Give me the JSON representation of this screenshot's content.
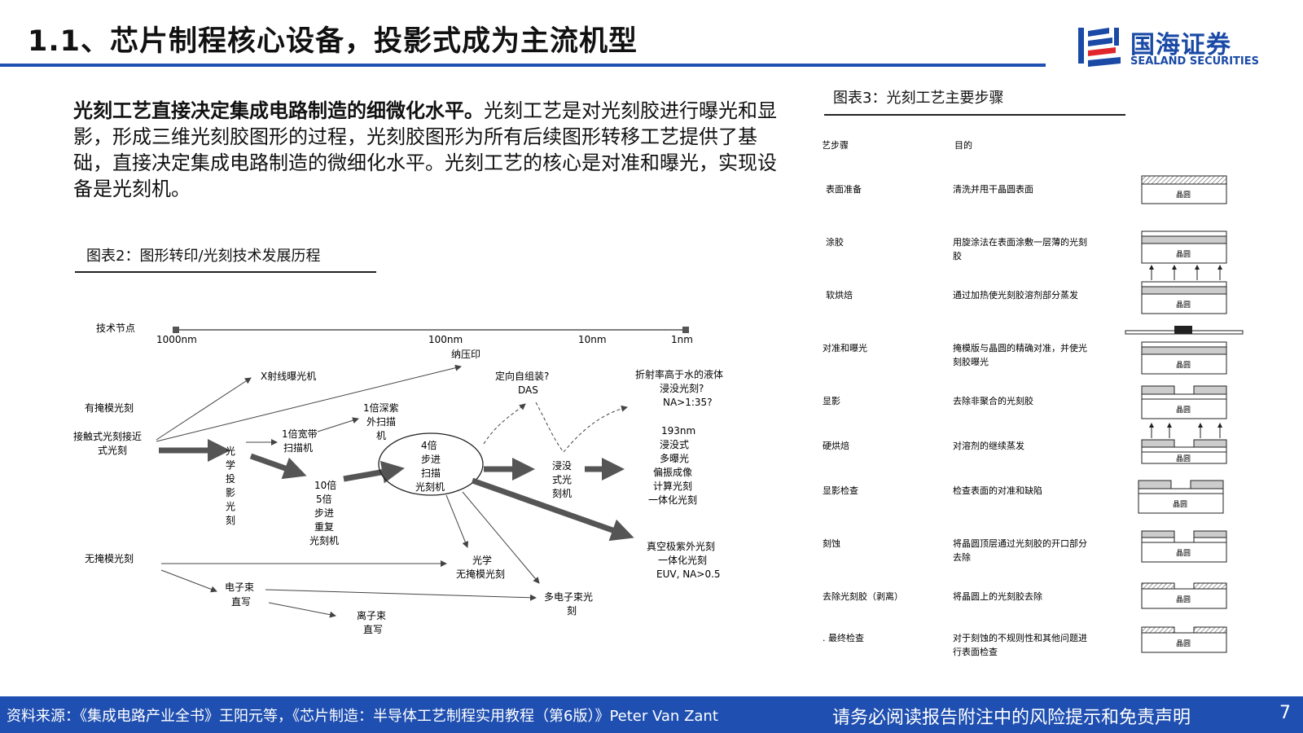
{
  "header": {
    "title": "1.1、芯片制程核心设备，投影式成为主流机型",
    "logo_cn": "国海证券",
    "logo_en": "SEALAND SECURITIES"
  },
  "body": {
    "lead": "光刻工艺直接决定集成电路制造的细微化水平。",
    "text": "光刻工艺是对光刻胶进行曝光和显影，形成三维光刻胶图形的过程，光刻胶图形为所有后续图形转移工艺提供了基础，直接决定集成电路制造的微细化水平。光刻工艺的核心是对准和曝光，实现设备是光刻机。"
  },
  "figure2": {
    "caption": "图表2：图形转印/光刻技术发展历程",
    "axis_label": "技术节点",
    "ticks": [
      "1000nm",
      "100nm",
      "10nm",
      "1nm"
    ],
    "labels": {
      "masked": "有掩模光刻",
      "contact": [
        "接触式光刻接近",
        "式光刻"
      ],
      "optical_proj": [
        "光",
        "学",
        "投",
        "影",
        "光",
        "刻"
      ],
      "xray": "X射线曝光机",
      "nano_imprint": "纳压印",
      "dsa": [
        "定向自组装?",
        "DAS"
      ],
      "liquid": [
        "折射率高于水的液体",
        "浸没光刻?",
        "NA>1:35?"
      ],
      "wide_band": [
        "1倍宽带",
        "扫描机"
      ],
      "deep_uv": [
        "1倍深紫",
        "外扫描",
        "机"
      ],
      "stepper10": [
        "10倍",
        "5倍",
        "步进",
        "重复",
        "光刻机"
      ],
      "stepper4": [
        "4倍",
        "步进",
        "扫描",
        "光刻机"
      ],
      "immersion": [
        "浸没",
        "式光",
        "刻机"
      ],
      "nm193": [
        "193nm",
        "浸没式",
        "多曝光",
        "偏振成像",
        "计算光刻",
        "一体化光刻"
      ],
      "euv": [
        "真空极紫外光刻",
        "一体化光刻",
        "EUV, NA>0.5"
      ],
      "maskless": "无掩模光刻",
      "optical_maskless": [
        "光学",
        "无掩模光刻"
      ],
      "ebeam": [
        "电子束",
        "直写"
      ],
      "multi_ebeam": [
        "多电子束光",
        "刻"
      ],
      "ion": [
        "离子束",
        "直写"
      ]
    }
  },
  "figure3": {
    "caption": "图表3：光刻工艺主要步骤",
    "col_step": "工艺步骤",
    "col_purpose": "目的",
    "wafer": "晶圆",
    "steps": [
      {
        "name": "1、表面准备",
        "purpose": [
          "清洗并甩干晶圆表面"
        ]
      },
      {
        "name": "2、涂胶",
        "purpose": [
          "用旋涂法在表面涂敷一层薄的光刻",
          "胶"
        ]
      },
      {
        "name": "3、软烘焙",
        "purpose": [
          "通过加热使光刻胶溶剂部分蒸发"
        ]
      },
      {
        "name": "4. 对准和曝光",
        "purpose": [
          "掩模版与晶圆的精确对准，并使光",
          "刻胶曝光"
        ]
      },
      {
        "name": "5. 显影",
        "purpose": [
          "去除非聚合的光刻胶"
        ]
      },
      {
        "name": "6. 硬烘焙",
        "purpose": [
          "对溶剂的继续蒸发"
        ]
      },
      {
        "name": "7. 显影检查",
        "purpose": [
          "检查表面的对准和缺陷"
        ]
      },
      {
        "name": "8. 刻蚀",
        "purpose": [
          "将晶圆顶层通过光刻胶的开口部分",
          "去除"
        ]
      },
      {
        "name": "9. 去除光刻胶（剥离）",
        "purpose": [
          "将晶圆上的光刻胶去除"
        ]
      },
      {
        "name": "10. 最终检查",
        "purpose": [
          "对于刻蚀的不规则性和其他问题进",
          "行表面检查"
        ]
      }
    ]
  },
  "footer": {
    "source": "资料来源：《集成电路产业全书》王阳元等，《芯片制造：半导体工艺制程实用教程（第6版）》Peter Van Zant",
    "disclaimer": "请务必阅读报告附注中的风险提示和免责声明",
    "page": "7"
  }
}
